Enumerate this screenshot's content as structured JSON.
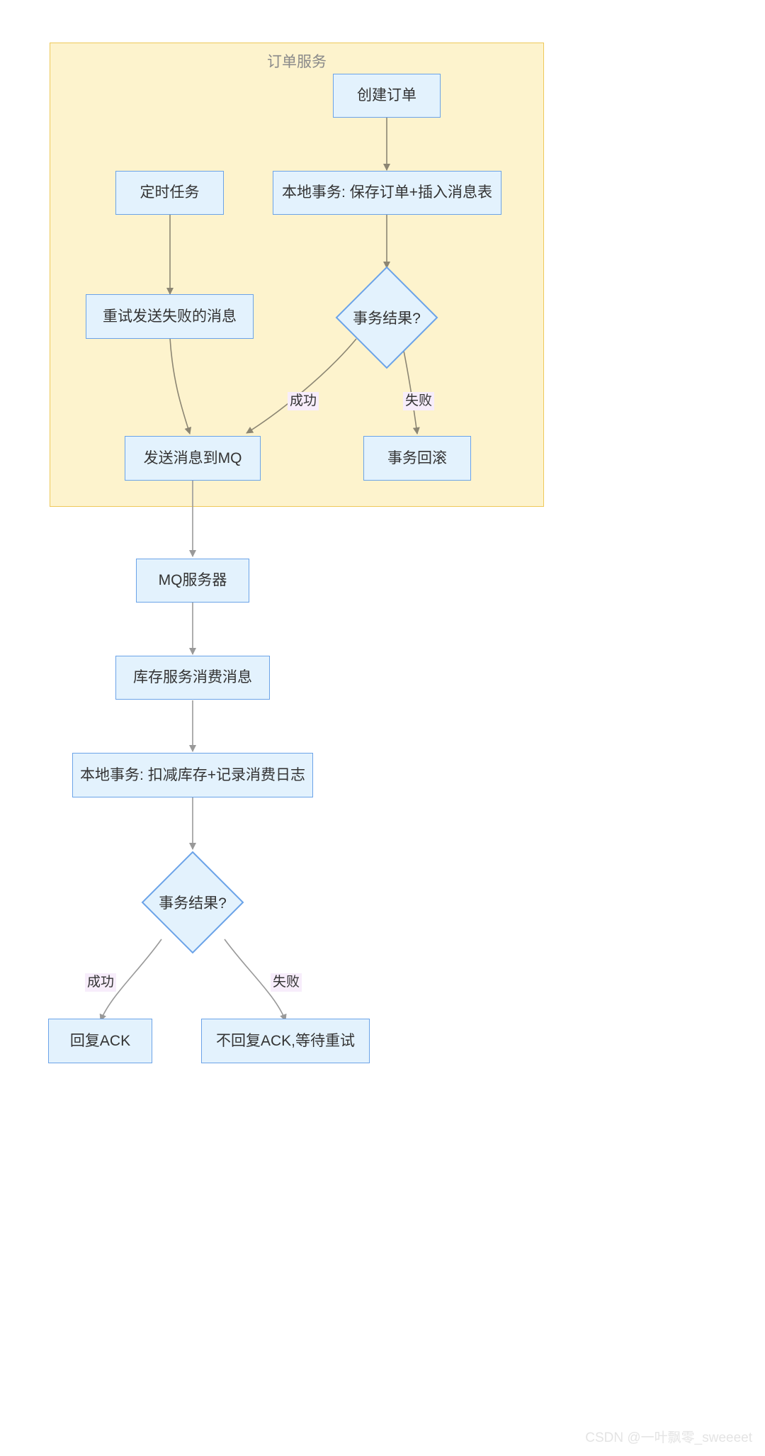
{
  "diagram": {
    "type": "flowchart",
    "title": "",
    "subgraph": {
      "label": "订单服务",
      "fill": "#fdf3cd",
      "stroke": "#eec95a"
    },
    "node_style": {
      "fill": "#e3f2fd",
      "stroke": "#6ba3e8",
      "text_color": "#333333"
    },
    "edge_style": {
      "stroke": "#8c8673",
      "stroke_outside": "#999999",
      "label_fill": "#f7edfb"
    },
    "nodes": [
      {
        "id": "create_order",
        "label": "创建订单",
        "shape": "rect"
      },
      {
        "id": "scheduled_task",
        "label": "定时任务",
        "shape": "rect"
      },
      {
        "id": "local_tx_order",
        "label": "本地事务: 保存订单+插入消息表",
        "shape": "rect"
      },
      {
        "id": "retry_failed_msg",
        "label": "重试发送失败的消息",
        "shape": "rect"
      },
      {
        "id": "tx_result_1",
        "label": "事务结果?",
        "shape": "diamond"
      },
      {
        "id": "send_msg_to_mq",
        "label": "发送消息到MQ",
        "shape": "rect"
      },
      {
        "id": "tx_rollback",
        "label": "事务回滚",
        "shape": "rect"
      },
      {
        "id": "mq_server",
        "label": "MQ服务器",
        "shape": "rect"
      },
      {
        "id": "inventory_consume",
        "label": "库存服务消费消息",
        "shape": "rect"
      },
      {
        "id": "local_tx_inventory",
        "label": "本地事务: 扣减库存+记录消费日志",
        "shape": "rect"
      },
      {
        "id": "tx_result_2",
        "label": "事务结果?",
        "shape": "diamond"
      },
      {
        "id": "reply_ack",
        "label": "回复ACK",
        "shape": "rect"
      },
      {
        "id": "no_ack_wait_retry",
        "label": "不回复ACK,等待重试",
        "shape": "rect"
      }
    ],
    "edges": [
      {
        "from": "create_order",
        "to": "local_tx_order",
        "label": ""
      },
      {
        "from": "local_tx_order",
        "to": "tx_result_1",
        "label": ""
      },
      {
        "from": "scheduled_task",
        "to": "retry_failed_msg",
        "label": ""
      },
      {
        "from": "retry_failed_msg",
        "to": "send_msg_to_mq",
        "label": ""
      },
      {
        "from": "tx_result_1",
        "to": "send_msg_to_mq",
        "label": "成功"
      },
      {
        "from": "tx_result_1",
        "to": "tx_rollback",
        "label": "失败"
      },
      {
        "from": "send_msg_to_mq",
        "to": "mq_server",
        "label": ""
      },
      {
        "from": "mq_server",
        "to": "inventory_consume",
        "label": ""
      },
      {
        "from": "inventory_consume",
        "to": "local_tx_inventory",
        "label": ""
      },
      {
        "from": "local_tx_inventory",
        "to": "tx_result_2",
        "label": ""
      },
      {
        "from": "tx_result_2",
        "to": "reply_ack",
        "label": "成功"
      },
      {
        "from": "tx_result_2",
        "to": "no_ack_wait_retry",
        "label": "失败"
      }
    ],
    "edge_labels": {
      "success_1": "成功",
      "failure_1": "失败",
      "success_2": "成功",
      "failure_2": "失败"
    }
  },
  "watermark": {
    "text": "CSDN @一叶飘零_sweeeet"
  }
}
